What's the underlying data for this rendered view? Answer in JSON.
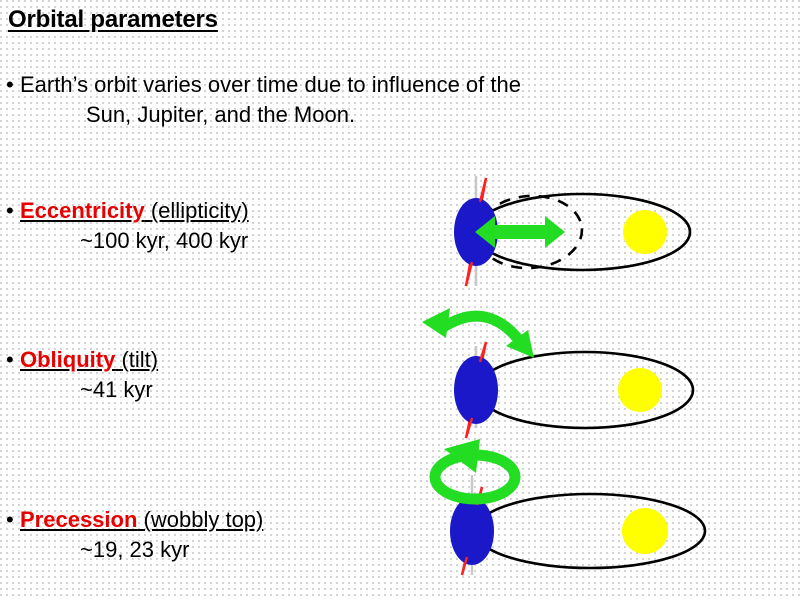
{
  "slide": {
    "title": "Orbital parameters",
    "background_color": "#ffffff",
    "dot_color": "#c9c9c9"
  },
  "intro": {
    "bullet_glyph": "•",
    "line1": "Earth’s orbit varies over time due to influence of the",
    "line2": "Sun, Jupiter, and the Moon."
  },
  "palette": {
    "earth_blue": "#1a18c8",
    "sun_yellow": "#ffff00",
    "arrow_green": "#22dd22",
    "axis_red": "#ff2020",
    "orbit_black": "#000000",
    "term_red": "#e80000",
    "vertical_gray": "#c8c8c8"
  },
  "parameters": [
    {
      "id": "eccentricity",
      "bullet_glyph": "•",
      "term": "Eccentricity",
      "gloss": "(ellipticity)",
      "period": "~100 kyr, 400 kyr",
      "figure": {
        "name": "eccentricity-diagram",
        "earth_label": "Earth",
        "sun_label": "Sun",
        "orbit_solid": "elongated ellipse",
        "orbit_dashed": "smaller dashed ellipse",
        "arrow": "green double-headed horizontal arrow"
      }
    },
    {
      "id": "obliquity",
      "bullet_glyph": "•",
      "term": "Obliquity",
      "gloss": "(tilt)",
      "period": "~41 kyr",
      "figure": {
        "name": "obliquity-diagram",
        "earth_label": "Earth",
        "sun_label": "Sun",
        "orbit_solid": "elongated ellipse",
        "arrow": "green curved double-headed arc arrow"
      }
    },
    {
      "id": "precession",
      "bullet_glyph": "•",
      "term": "Precession",
      "gloss": "(wobbly top)",
      "period": "~19, 23 kyr",
      "figure": {
        "name": "precession-diagram",
        "earth_label": "Earth",
        "sun_label": "Sun",
        "orbit_solid": "elongated ellipse",
        "arrow": "green elliptical loop arrow"
      }
    }
  ]
}
